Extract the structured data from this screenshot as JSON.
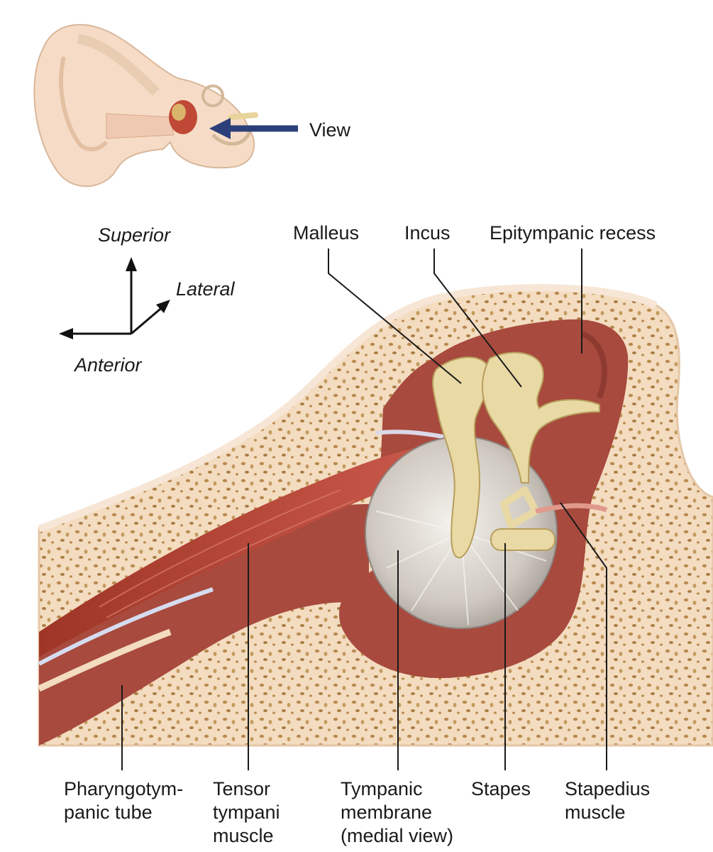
{
  "inset": {
    "view_label": "View"
  },
  "orientation": {
    "superior": "Superior",
    "lateral": "Lateral",
    "anterior": "Anterior"
  },
  "labels_top": {
    "malleus": "Malleus",
    "incus": "Incus",
    "epitympanic_recess": "Epitympanic recess"
  },
  "labels_bottom": {
    "pharyngotympanic_tube": [
      "Pharyngotym-",
      "panic tube"
    ],
    "tensor_tympani": [
      "Tensor",
      "tympani",
      "muscle"
    ],
    "tympanic_membrane": [
      "Tympanic",
      "membrane",
      "(medial view)"
    ],
    "stapes": [
      "Stapes"
    ],
    "stapedius": [
      "Stapedius",
      "muscle"
    ]
  },
  "colors": {
    "bone": "#f3dcc0",
    "bone_pores": "#b98a4e",
    "cavity": "#a84a3e",
    "muscle": "#b5412f",
    "ossicle": "#e9d9a4",
    "membrane": "#d9d4cc",
    "arrow": "#2b3f7a"
  }
}
